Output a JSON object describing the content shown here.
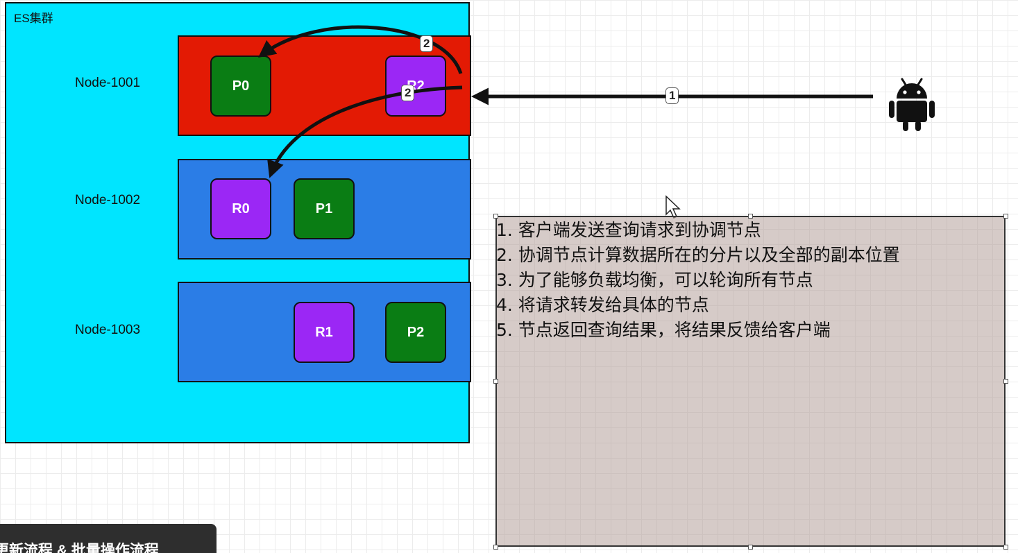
{
  "cluster": {
    "label": "ES集群"
  },
  "nodes": [
    {
      "name": "Node-1001",
      "shards": [
        "P0",
        "R2"
      ]
    },
    {
      "name": "Node-1002",
      "shards": [
        "R0",
        "P1"
      ]
    },
    {
      "name": "Node-1003",
      "shards": [
        "R1",
        "P2"
      ]
    }
  ],
  "arrows": {
    "client_request": "1",
    "forward_a": "2",
    "forward_b": "2"
  },
  "client": {
    "icon": "android-icon"
  },
  "steps": [
    "1. 客户端发送查询请求到协调节点",
    "2. 协调节点计算数据所在的分片以及全部的副本位置",
    "3. 为了能够负载均衡，可以轮询所有节点",
    "4. 将请求转发给具体的节点",
    "5. 节点返回查询结果，将结果反馈给客户端"
  ],
  "bottom_tab": {
    "label": "更新流程 & 批量操作流程"
  },
  "colors": {
    "cluster": "#00e5ff",
    "coordinator_node": "#e31a04",
    "data_node": "#2b7de6",
    "primary_shard": "#0a7d14",
    "replica_shard": "#9b27f5"
  }
}
